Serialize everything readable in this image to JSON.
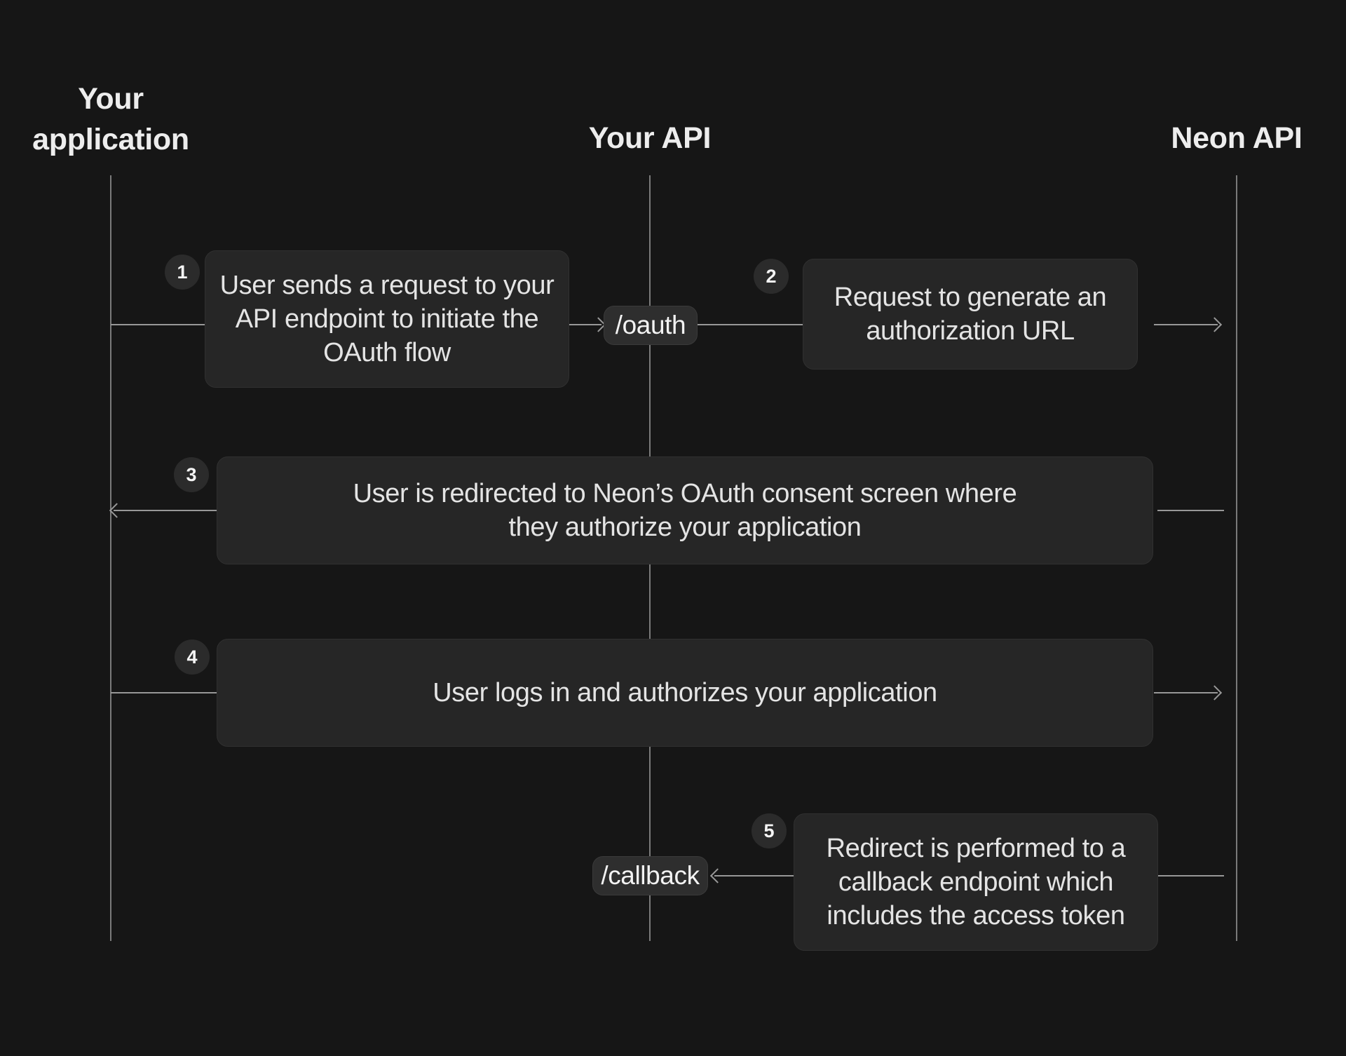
{
  "actors": [
    {
      "name": "Your application"
    },
    {
      "name": "Your API"
    },
    {
      "name": "Neon API"
    }
  ],
  "steps": [
    {
      "number": "1",
      "text": "User sends a request to your API endpoint to initiate the OAuth flow",
      "lines": [
        "User sends a request to your",
        "API endpoint to initiate the",
        "OAuth flow"
      ],
      "from": "Your application",
      "to": "Your API"
    },
    {
      "number": "2",
      "text": "Request to generate an authorization URL",
      "lines": [
        "Request to generate an",
        "authorization URL"
      ],
      "from": "Your API",
      "to": "Neon API"
    },
    {
      "number": "3",
      "text": "User is redirected to Neon’s OAuth consent screen where they authorize your application",
      "lines": [
        "User is redirected to Neon’s OAuth consent screen where",
        "they authorize your application"
      ],
      "from": "Neon API",
      "to": "Your application"
    },
    {
      "number": "4",
      "text": "User logs in and authorizes your application",
      "lines": [
        "User logs in and authorizes your application"
      ],
      "from": "Your application",
      "to": "Neon API"
    },
    {
      "number": "5",
      "text": "Redirect is performed to a callback endpoint which includes the access token",
      "lines": [
        "Redirect is performed to a",
        "callback endpoint which",
        "includes the access token"
      ],
      "from": "Neon API",
      "to": "Your API"
    }
  ],
  "endpoints": {
    "oauth": {
      "label": "/oauth"
    },
    "callback": {
      "label": "/callback"
    }
  },
  "colors": {
    "background": "#161616",
    "note_fill": "#262626",
    "pill_fill": "#2e2e2e",
    "badge_fill": "#2b2b2b",
    "lifeline": "#7a7a7a",
    "arrow": "#989898",
    "text": "#e4e4e4",
    "heading": "#ededed"
  }
}
